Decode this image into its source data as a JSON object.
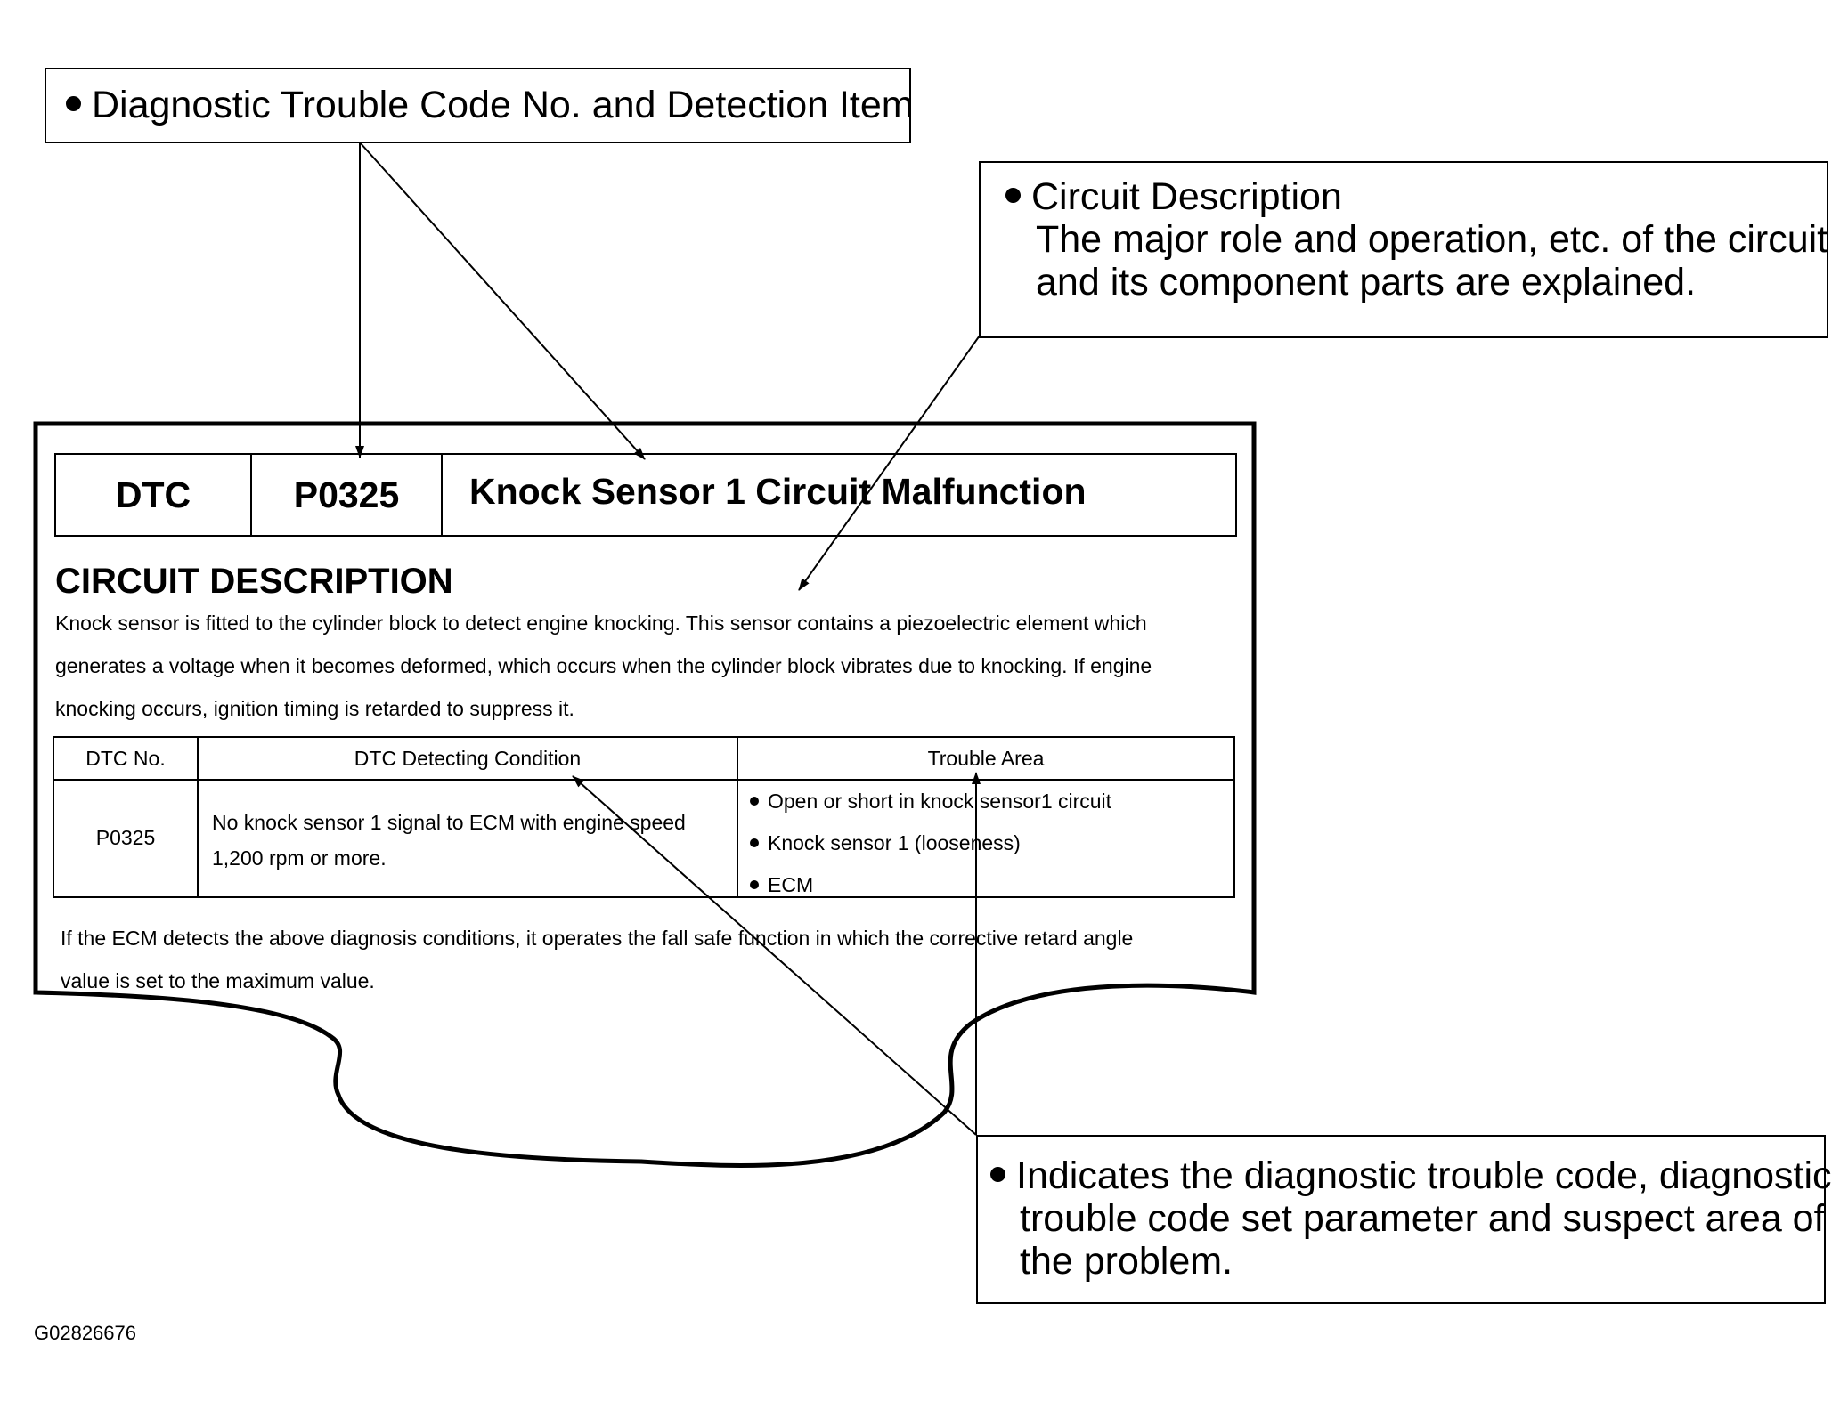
{
  "callouts": {
    "dtc_item": "Diagnostic Trouble Code No. and Detection Item",
    "circuit_desc": {
      "title": "Circuit Description",
      "line1": "The major role and operation, etc. of the circuit",
      "line2": "and its component parts are explained."
    },
    "indicates": {
      "line1": "Indicates the diagnostic trouble code, diagnostic",
      "line2": "trouble code set parameter and suspect area of",
      "line3": "the problem."
    }
  },
  "sheet": {
    "header": {
      "dtc_label": "DTC",
      "code": "P0325",
      "title": "Knock Sensor 1 Circuit Malfunction"
    },
    "section_title": "CIRCUIT DESCRIPTION",
    "description_lines": [
      "Knock sensor is fitted to the cylinder block to detect engine knocking. This sensor contains a piezoelectric element which",
      "generates a voltage when it becomes deformed, which occurs when the cylinder block vibrates due to knocking. If engine",
      "knocking occurs, ignition timing is retarded to suppress it."
    ],
    "table": {
      "headers": [
        "DTC No.",
        "DTC Detecting Condition",
        "Trouble Area"
      ],
      "row": {
        "code": "P0325",
        "condition_lines": [
          "No knock sensor 1 signal to ECM with engine speed",
          "1,200 rpm or more."
        ],
        "trouble_areas": [
          "Open or short in knock sensor1 circuit",
          "Knock sensor 1 (looseness)",
          "ECM"
        ]
      }
    },
    "footer_lines": [
      "If the ECM detects the above diagnosis conditions, it operates the fall safe function in which the corrective retard angle",
      "value is set to the maximum value."
    ]
  },
  "figure_id": "G02826676"
}
